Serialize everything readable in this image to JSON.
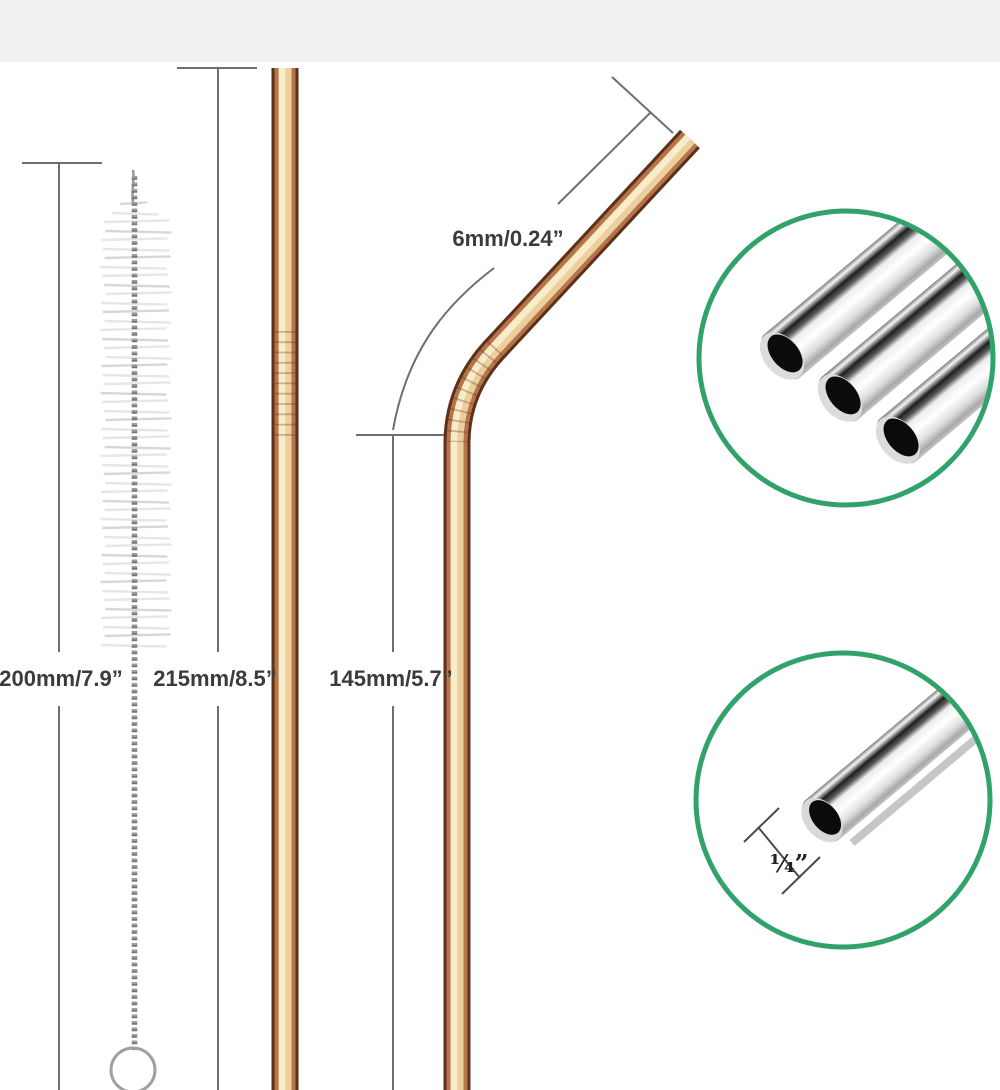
{
  "image": {
    "type": "product-dimension-diagram",
    "subject": "reusable metal drinking straws with cleaning brush and diameter close-ups"
  },
  "labels": {
    "brush_length": "200mm/7.9”",
    "straight_straw_length": "215mm/8.5”",
    "bent_straw_length": "145mm/5.7”",
    "straw_diameter": "6mm/0.24”",
    "inset_diameter": "¼”"
  },
  "colors": {
    "accent_green": "#31A269",
    "dimension_line": "#6F6F6F",
    "dimension_text": "#3B3B3B",
    "straw_edge": "#5D3119",
    "straw_copper": "#B5744A",
    "straw_highlight": "#F9ECC8",
    "background": "#FFFFFF",
    "top_band": "#F1F1F0"
  }
}
